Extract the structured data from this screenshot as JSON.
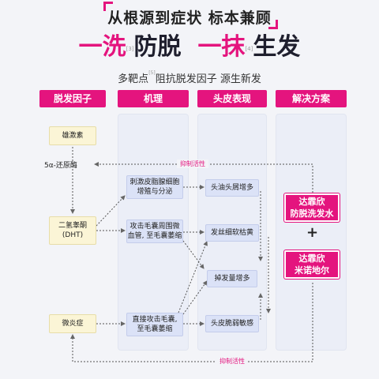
{
  "header": {
    "title1": "从根源到症状 标本兼顾",
    "title2_part1": "一洗",
    "title2_ref1": "[3]",
    "title2_part2": "防脱",
    "title2_part3": "一抹",
    "title2_ref2": "[4]",
    "title2_part4": "生发",
    "title3_part1": "多靶点",
    "title3_ref": "[5]",
    "title3_part2": "阻抗脱发因子 源生新发"
  },
  "columns": [
    "脱发因子",
    "机理",
    "头皮表现",
    "解决方案"
  ],
  "factors": {
    "androgen": "雄激素",
    "reductase": "5α-还原酶",
    "dht_line1": "二氢睾酮",
    "dht_line2": "(DHT)",
    "inflammation": "微炎症"
  },
  "mechanisms": {
    "m1_line1": "刺激皮脂腺细胞",
    "m1_line2": "增殖与分泌",
    "m2_line1": "攻击毛囊周围微",
    "m2_line2": "血管, 至毛囊萎缩",
    "m3_line1": "直接攻击毛囊,",
    "m3_line2": "至毛囊萎缩"
  },
  "symptoms": {
    "s1": "头油头屑增多",
    "s2": "发丝细软枯黄",
    "s3": "掉发量增多",
    "s4": "头皮脆弱敏感"
  },
  "solutions": {
    "sol1_line1": "达霏欣",
    "sol1_line2": "防脱洗发水",
    "plus": "+",
    "sol2_line1": "达霏欣",
    "sol2_line2": "米诺地尔"
  },
  "inhibit_top": "抑制活性",
  "inhibit_bottom": "抑制活性",
  "colors": {
    "accent": "#e4147e",
    "factor_box": "#fbf5d6",
    "mechanism_box": "#dbe2f7"
  }
}
